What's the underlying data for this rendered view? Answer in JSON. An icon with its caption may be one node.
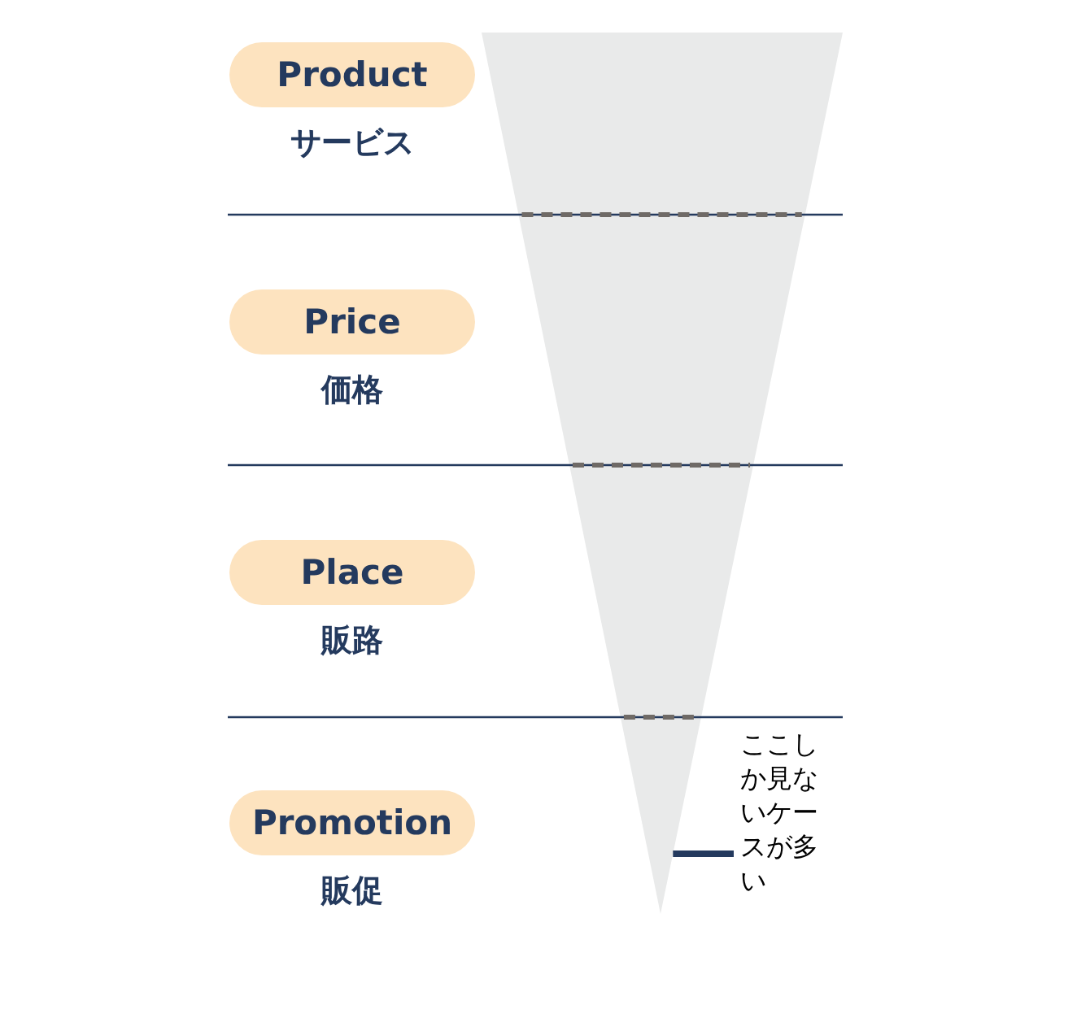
{
  "diagram": {
    "nodes": [
      {
        "text": [
          "Product",
          "サービス"
        ]
      },
      {
        "text": [
          "Price",
          "価格"
        ]
      },
      {
        "text": [
          "Place",
          "販路"
        ]
      },
      {
        "text": [
          "Promotion",
          "販促"
        ]
      },
      {
        "text": [],
        "shape": "triangle"
      },
      {
        "text": [
          "ここしか見ないケースが多い"
        ]
      }
    ],
    "edges": [
      {
        "from": 5,
        "to": 4,
        "arrow": "none"
      }
    ]
  }
}
